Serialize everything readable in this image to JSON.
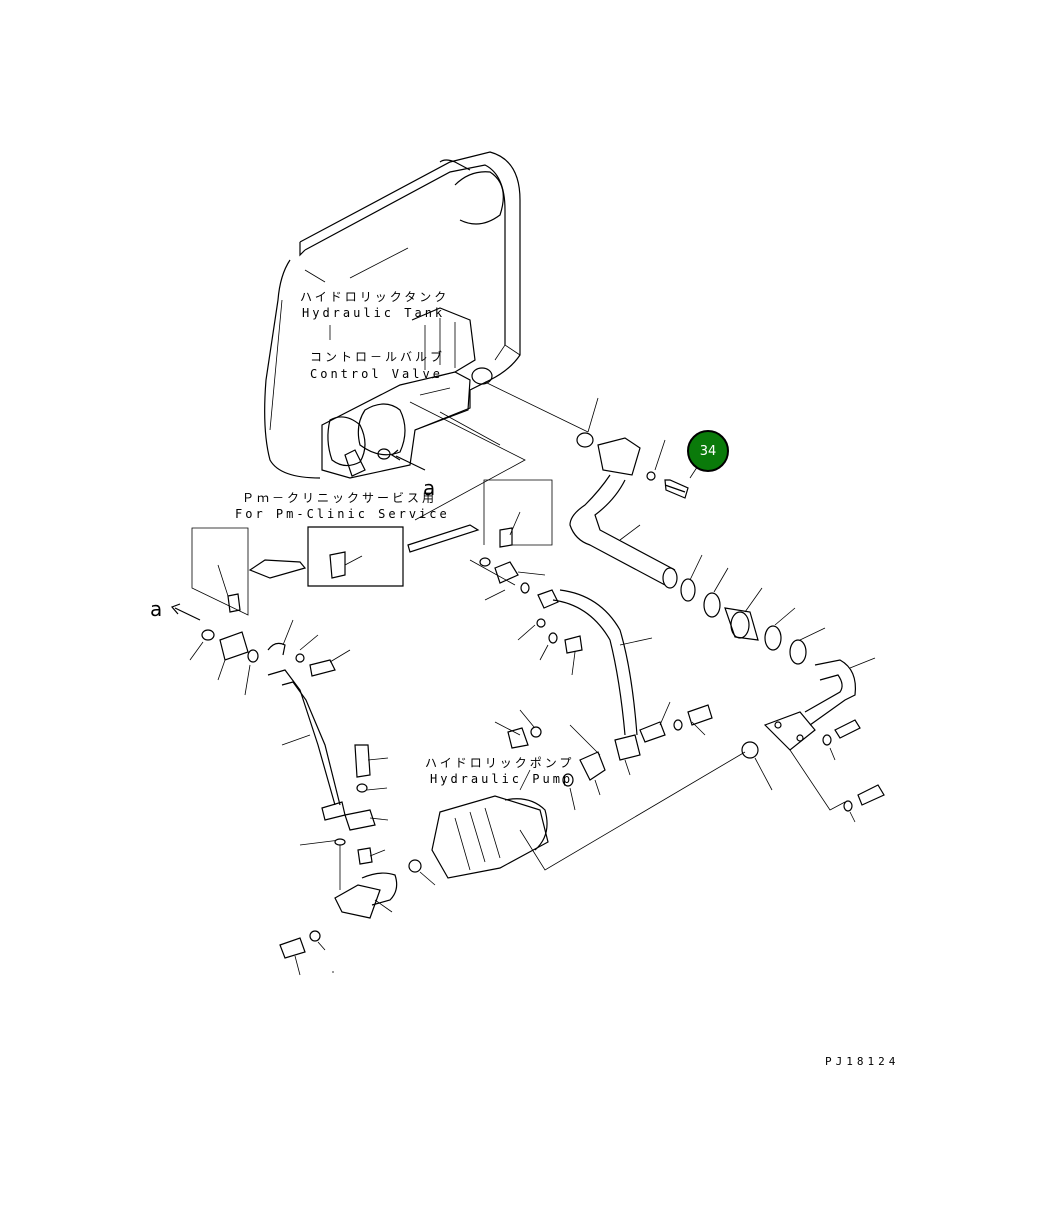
{
  "labels": {
    "tank_jp": "ハイドロリックタンク",
    "tank_en": "Hydraulic Tank",
    "valve_jp": "コントロ－ルバルブ",
    "valve_en": "Control Valve",
    "pm_jp": "Ｐｍ－クリニックサービス用",
    "pm_en": "For Pm-Clinic Service",
    "pump_jp": "ハイドロリックポンプ",
    "pump_en": "Hydraulic Pump",
    "ref_a": "a",
    "ref_a2": "a",
    "drawing_code": "PJ18124"
  },
  "hotspot": {
    "part_number": "34",
    "color": "#0a7a0a"
  }
}
